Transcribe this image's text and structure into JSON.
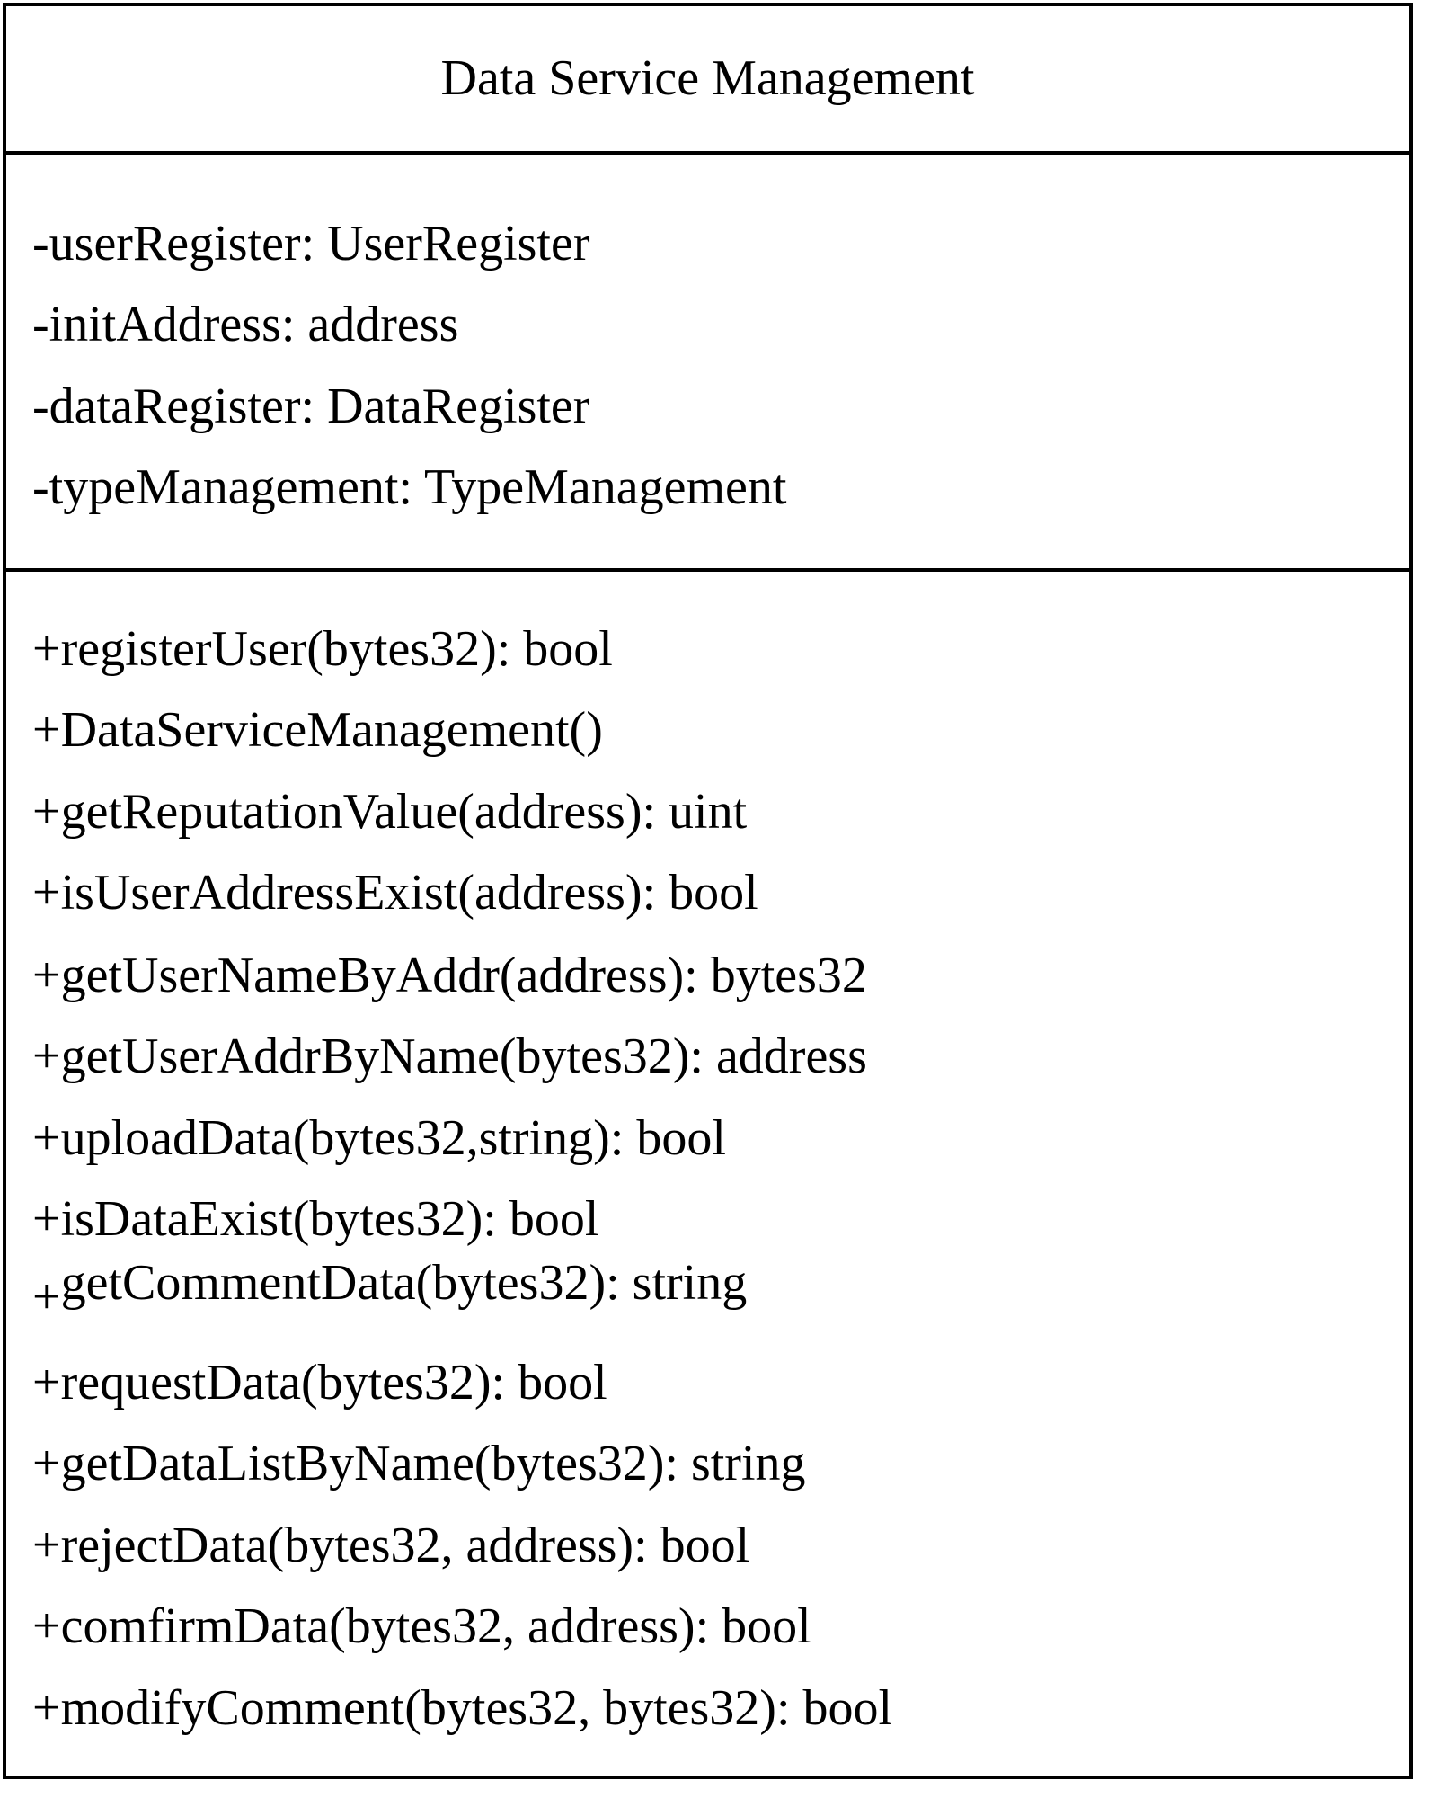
{
  "class": {
    "name": "Data Service Management",
    "attributes": [
      "-userRegister: UserRegister",
      "-initAddress: address",
      "-dataRegister: DataRegister",
      "-typeManagement: TypeManagement"
    ],
    "methods": [
      "+registerUser(bytes32): bool",
      "+DataServiceManagement()",
      "+getReputationValue(address): uint",
      "+isUserAddressExist(address): bool",
      "+getUserNameByAddr(address): bytes32",
      "+getUserAddrByName(bytes32): address",
      "+uploadData(bytes32,string): bool",
      "+isDataExist(bytes32): bool",
      "+requestData(bytes32): bool",
      "+getDataListByName(bytes32): string",
      "+rejectData(bytes32, address): bool",
      "+comfirmData(bytes32, address): bool",
      "+modifyComment(bytes32, bytes32): bool"
    ],
    "method_comment_data": {
      "visibility": "+",
      "signature": "getCommentData(bytes32): string"
    }
  }
}
